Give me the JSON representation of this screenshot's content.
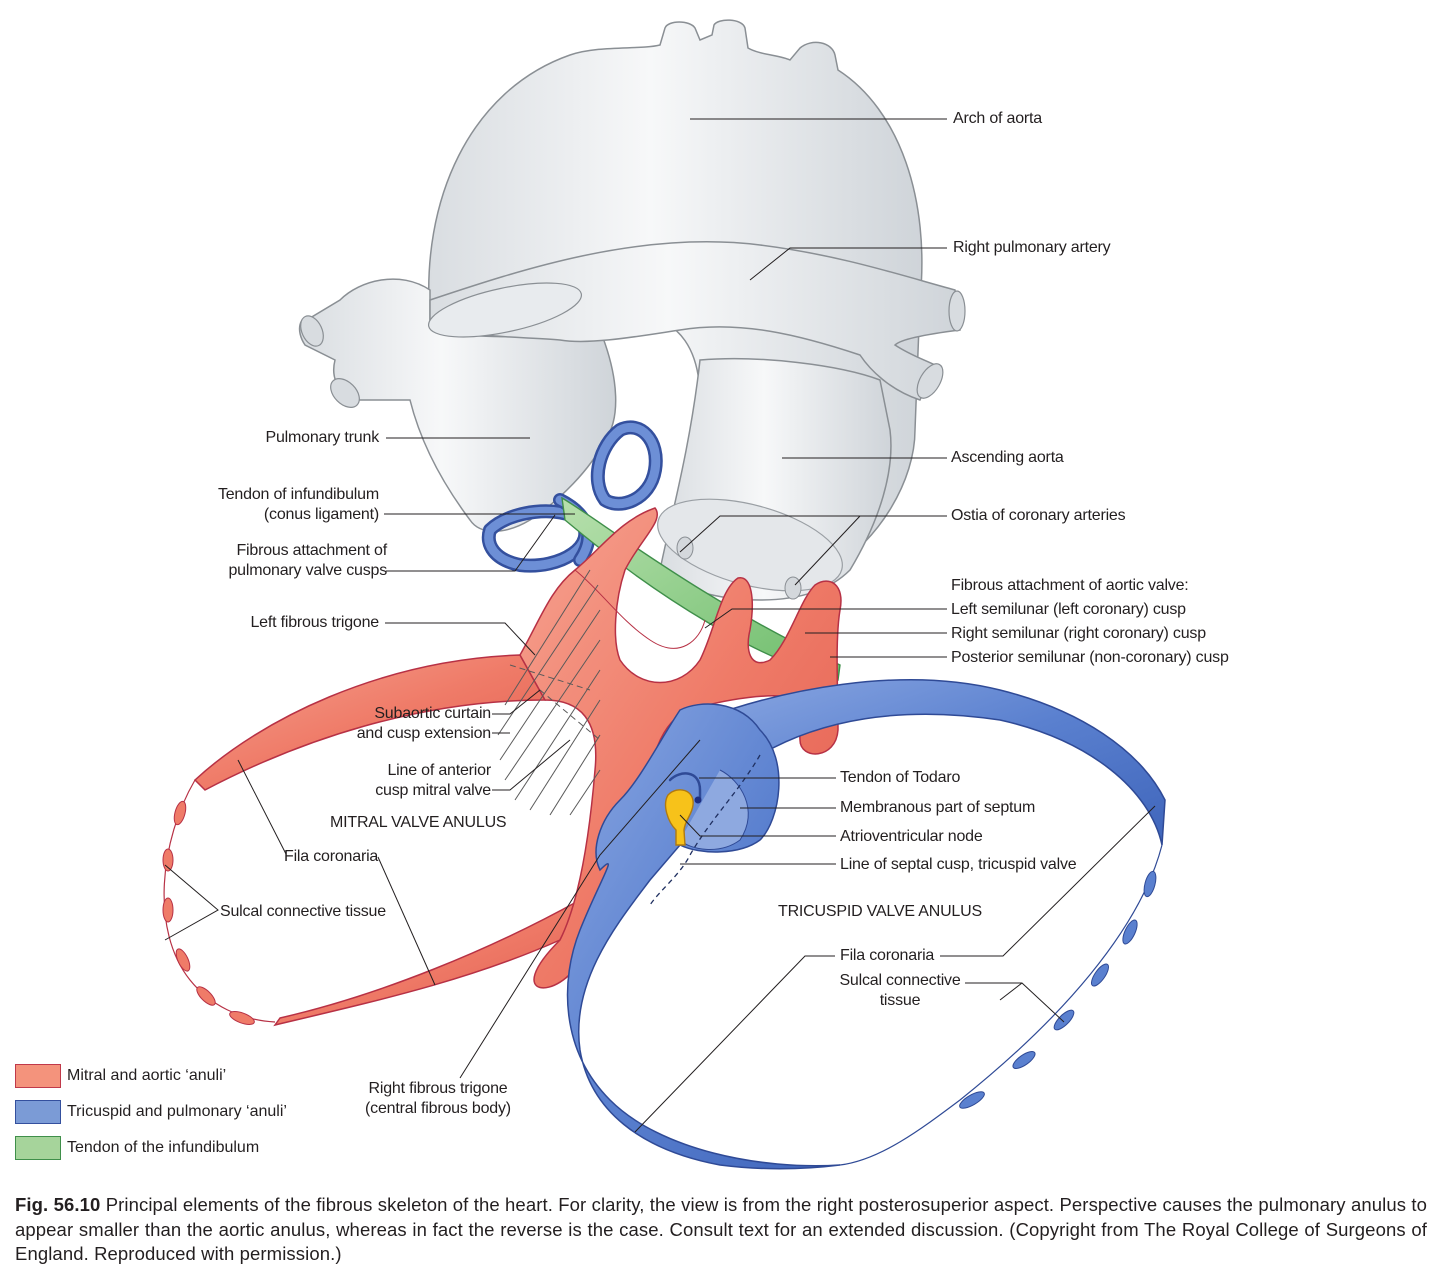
{
  "figure": {
    "labels": {
      "arch_of_aorta": "Arch of aorta",
      "right_pulmonary_artery": "Right pulmonary artery",
      "pulmonary_trunk": "Pulmonary trunk",
      "ascending_aorta": "Ascending aorta",
      "tendon_infundibulum_1": "Tendon of infundibulum",
      "tendon_infundibulum_2": "(conus ligament)",
      "ostia_coronary": "Ostia of coronary arteries",
      "fibrous_pulm_1": "Fibrous attachment of",
      "fibrous_pulm_2": "pulmonary valve cusps",
      "aortic_valve_header": "Fibrous attachment of aortic valve:",
      "left_semilunar": "Left semilunar (left coronary) cusp",
      "right_semilunar": "Right semilunar (right coronary) cusp",
      "posterior_semilunar": "Posterior semilunar (non-coronary) cusp",
      "left_fibrous_trigone": "Left fibrous trigone",
      "subaortic_1": "Subaortic curtain",
      "subaortic_2": "and cusp extension",
      "anterior_cusp_1": "Line of anterior",
      "anterior_cusp_2": "cusp mitral valve",
      "mitral_anulus": "MITRAL VALVE ANULUS",
      "fila_coronaria_left": "Fila coronaria",
      "sulcal_left": "Sulcal connective tissue",
      "tendon_todaro": "Tendon of Todaro",
      "membranous_septum": "Membranous part of septum",
      "av_node": "Atrioventricular node",
      "septal_cusp": "Line of septal cusp, tricuspid valve",
      "tricuspid_anulus": "TRICUSPID VALVE ANULUS",
      "fila_coronaria_right": "Fila coronaria",
      "sulcal_right_1": "Sulcal connective",
      "sulcal_right_2": "tissue",
      "right_trigone_1": "Right fibrous trigone",
      "right_trigone_2": "(central fibrous body)"
    },
    "legend": [
      {
        "label": "Mitral and aortic ‘anuli’",
        "color": "#f4937c",
        "border": "#c0394a"
      },
      {
        "label": "Tricuspid and pulmonary ‘anuli’",
        "color": "#7b9bd6",
        "border": "#34509e"
      },
      {
        "label": "Tendon of the infundibulum",
        "color": "#a6d49b",
        "border": "#3f8f4a"
      }
    ],
    "colors": {
      "mitral_aortic": "#ef7d6c",
      "tricuspid_pulmonary": "#4f78c9",
      "tendon": "#8fcc88",
      "vessels": "#e6e9ec",
      "av_node": "#f7c21a"
    }
  },
  "caption": {
    "fig_number": "Fig. 56.10",
    "text": " Principal elements of the fibrous skeleton of the heart. For clarity, the view is from the right posterosuperior aspect. Perspective causes the pulmonary anulus to appear smaller than the aortic anulus, whereas in fact the reverse is the case. Consult text for an extended discussion. (Copyright from The Royal College of Surgeons of England. Reproduced with permission.)"
  }
}
